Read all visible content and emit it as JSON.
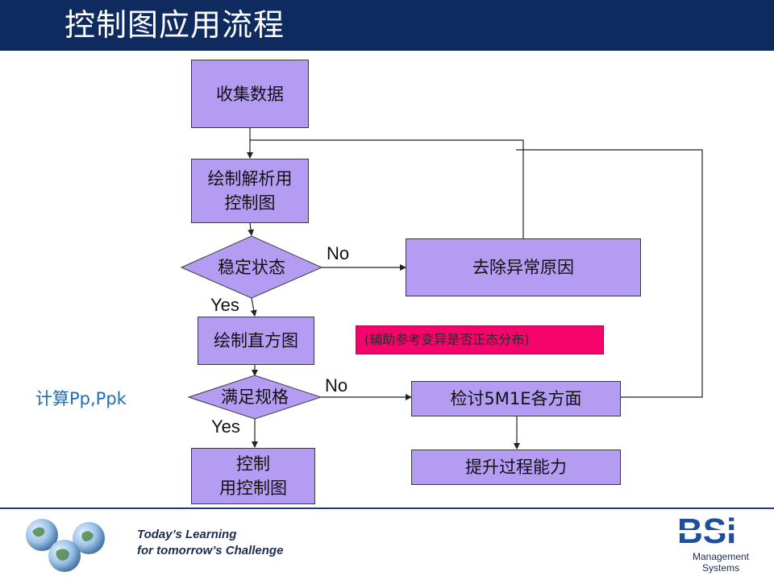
{
  "header": {
    "title": "控制图应用流程"
  },
  "flow": {
    "collect": "收集数据",
    "draw_analysis_chart": "绘制解析用\n控制图",
    "stable_state": "稳定状态",
    "remove_cause": "去除异常原因",
    "draw_histogram": "绘制直方图",
    "meet_spec": "满足规格",
    "review_5m1e": "检讨5M1E各方面",
    "improve_capability": "提升过程能力",
    "draw_control_chart": "控制\n用控制图",
    "label_no_1": "No",
    "label_yes_1": "Yes",
    "label_no_2": "No",
    "label_yes_2": "Yes"
  },
  "note": "(辅助参考变异是否正态分布)",
  "side_text": "计算Pp,Ppk",
  "footer": {
    "tagline_line1": "Today’s Learning",
    "tagline_line2": "for tomorrow’s Challenge",
    "logo_text": "BSi",
    "logo_sub1": "Management",
    "logo_sub2": "Systems"
  },
  "colors": {
    "header_bg": "#0f2a5e",
    "box_fill": "#b49cf2",
    "note_fill": "#f5046c",
    "side_text": "#1c6fb8",
    "logo_blue": "#1c4f9c"
  }
}
